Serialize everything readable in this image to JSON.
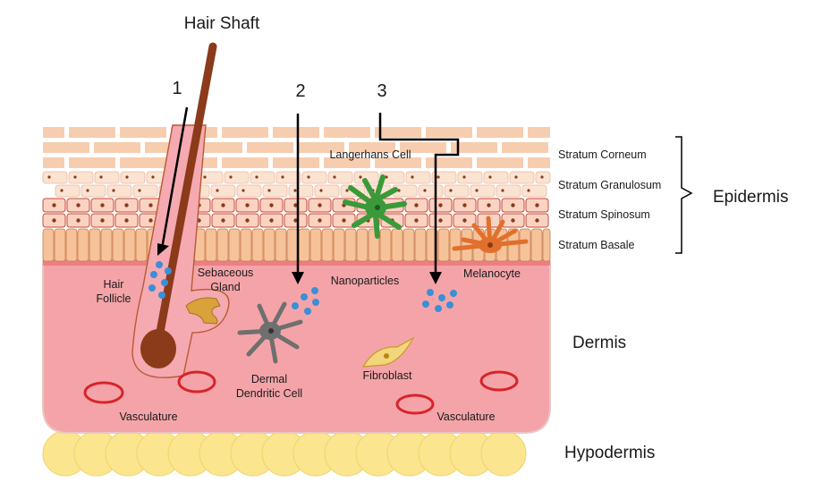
{
  "labels": {
    "hair_shaft": "Hair Shaft",
    "route_1": "1",
    "route_2": "2",
    "route_3": "3",
    "langerhans": "Langerhans Cell",
    "stratum_corneum": "Stratum Corneum",
    "stratum_granulosum": "Stratum Granulosum",
    "stratum_spinosum": "Stratum Spinosum",
    "stratum_basale": "Stratum Basale",
    "epidermis": "Epidermis",
    "dermis": "Dermis",
    "hypodermis": "Hypodermis",
    "hair_follicle_l1": "Hair",
    "hair_follicle_l2": "Follicle",
    "sebaceous_l1": "Sebaceous",
    "sebaceous_l2": "Gland",
    "nanoparticles": "Nanoparticles",
    "melanocyte": "Melanocyte",
    "dermal_dc_l1": "Dermal",
    "dermal_dc_l2": "Dendritic Cell",
    "fibroblast": "Fibroblast",
    "vasculature_left": "Vasculature",
    "vasculature_right": "Vasculature"
  },
  "colors": {
    "corneum": "#f7cdb0",
    "granulosum": "#fbe3d2",
    "spinosum": "#fbd3c3",
    "basale": "#f6c29a",
    "dermis": "#f4a4a8",
    "hypodermis": "#fbe58f",
    "nanoparticle": "#3b8fd6",
    "langerhans": "#3a9a3a",
    "melanocyte": "#e0702c",
    "vessel": "#d8232a",
    "hair": "#8b3a1a"
  }
}
